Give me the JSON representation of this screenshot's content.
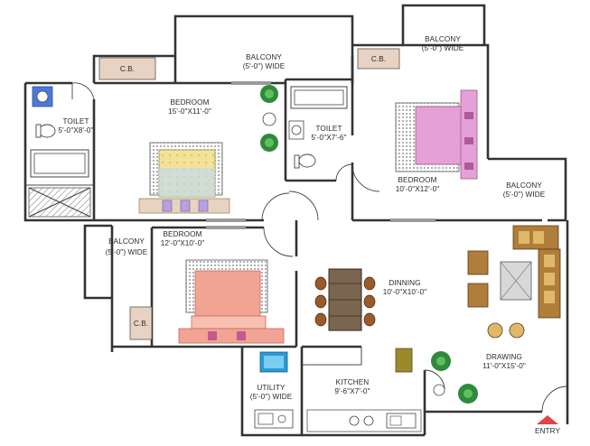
{
  "colors": {
    "wall": "#333333",
    "floor": "#ffffff",
    "cupboard": "#e8d2c2",
    "bed_blue": "#f3e39a",
    "bed_pink": "#e6a0d8",
    "bed_salmon": "#f2a494",
    "table_brown": "#7a6650",
    "sofa_tan": "#b07d3a",
    "plant_green": "#2f8a3c",
    "olive": "#9a8a2a",
    "entry_red": "#e14444",
    "window_gray": "#9a9a9a"
  },
  "rooms": [
    {
      "id": "balcony-top",
      "name": "BALCONY",
      "size": "(5'-0\") WIDE"
    },
    {
      "id": "balcony-top-right",
      "name": "BALCONY",
      "size": "(5'-0\") WIDE"
    },
    {
      "id": "bedroom-main",
      "name": "BEDROOM",
      "size": "15'-0\"X11'-0\""
    },
    {
      "id": "toilet-left",
      "name": "TOILET",
      "size": "5'-0\"X8'-0\""
    },
    {
      "id": "toilet-center",
      "name": "TOILET",
      "size": "5'-0\"X7'-6\""
    },
    {
      "id": "bedroom-right",
      "name": "BEDROOM",
      "size": "10'-0\"X12'-0\""
    },
    {
      "id": "balcony-right",
      "name": "BALCONY",
      "size": "(5'-0\") WIDE"
    },
    {
      "id": "bedroom-lower",
      "name": "BEDROOM",
      "size": "12'-0\"X10'-0\""
    },
    {
      "id": "balcony-left",
      "name": "BALCONY",
      "size": "(5'-0\") WIDE"
    },
    {
      "id": "dinning",
      "name": "DINNING",
      "size": "10'-0\"X10'-0\""
    },
    {
      "id": "drawing",
      "name": "DRAWING",
      "size": "11'-0\"X15'-0\""
    },
    {
      "id": "utility",
      "name": "UTILITY",
      "size": "(5'-0\") WIDE"
    },
    {
      "id": "kitchen",
      "name": "KITCHEN",
      "size": "9'-6\"X7'-0\""
    }
  ],
  "cupboards": [
    "C.B.",
    "C.B.",
    "C.B."
  ],
  "entry_label": "ENTRY",
  "icons": [
    "bed-icon",
    "wash-basin-icon",
    "wc-icon",
    "bathtub-icon",
    "potted-plant-icon",
    "dining-table-icon",
    "sofa-icon",
    "stove-icon",
    "sink-icon",
    "entry-arrow-icon"
  ]
}
